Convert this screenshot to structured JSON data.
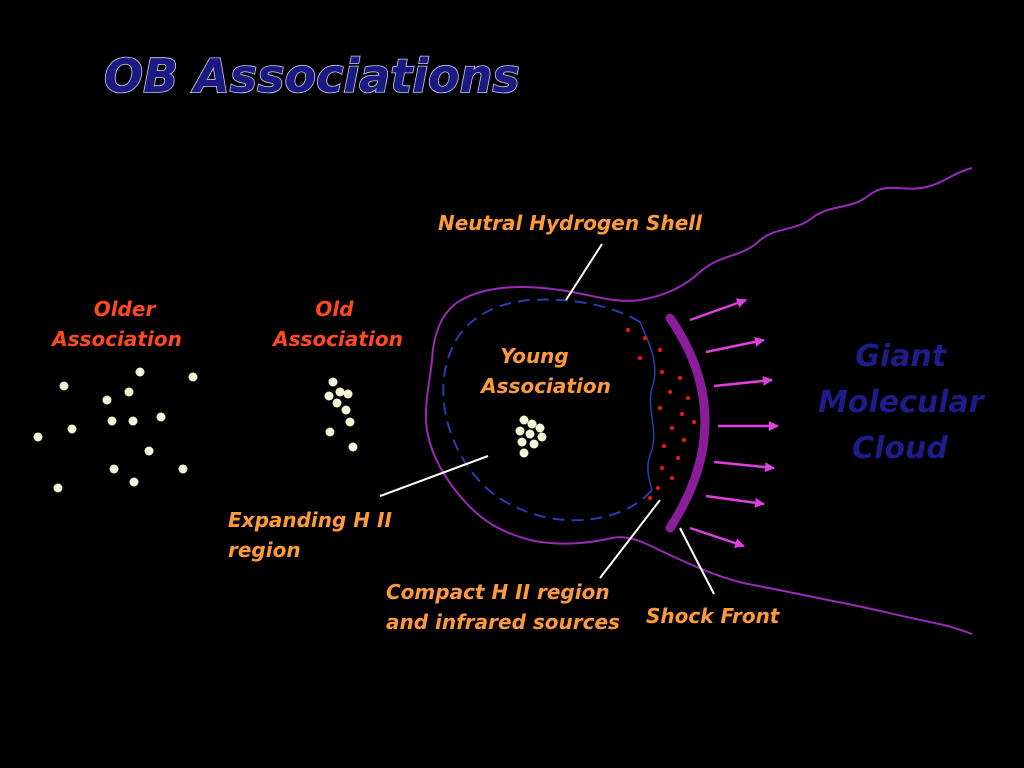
{
  "title": "OB Associations",
  "labels": {
    "older_association": [
      "Older",
      "Association"
    ],
    "old_association": [
      "Old",
      "Association"
    ],
    "young_association": [
      "Young",
      "Association"
    ],
    "neutral_hydrogen_shell": "Neutral Hydrogen Shell",
    "expanding_h2": [
      "Expanding H II",
      "region"
    ],
    "compact_h2": [
      "Compact H II region",
      "and infrared sources"
    ],
    "shock_front": "Shock Front",
    "giant_molecular_cloud": [
      "Giant",
      "Molecular",
      "Cloud"
    ]
  },
  "colors": {
    "background": "#000000",
    "title_fill": "#1a1a80",
    "title_outline": "#c8c8f0",
    "label_red": "#ff4a20",
    "label_orange": "#ff9a3a",
    "cloud_text": "#1c1c8a",
    "cloud_outline": "#9a2ab8",
    "shell": "#2a3cb0",
    "shock": "#8a1e9a",
    "arrows": "#e040e0",
    "stars": "#f5f5d8",
    "red_dots": "#e01818",
    "pointer": "#ffffff"
  }
}
